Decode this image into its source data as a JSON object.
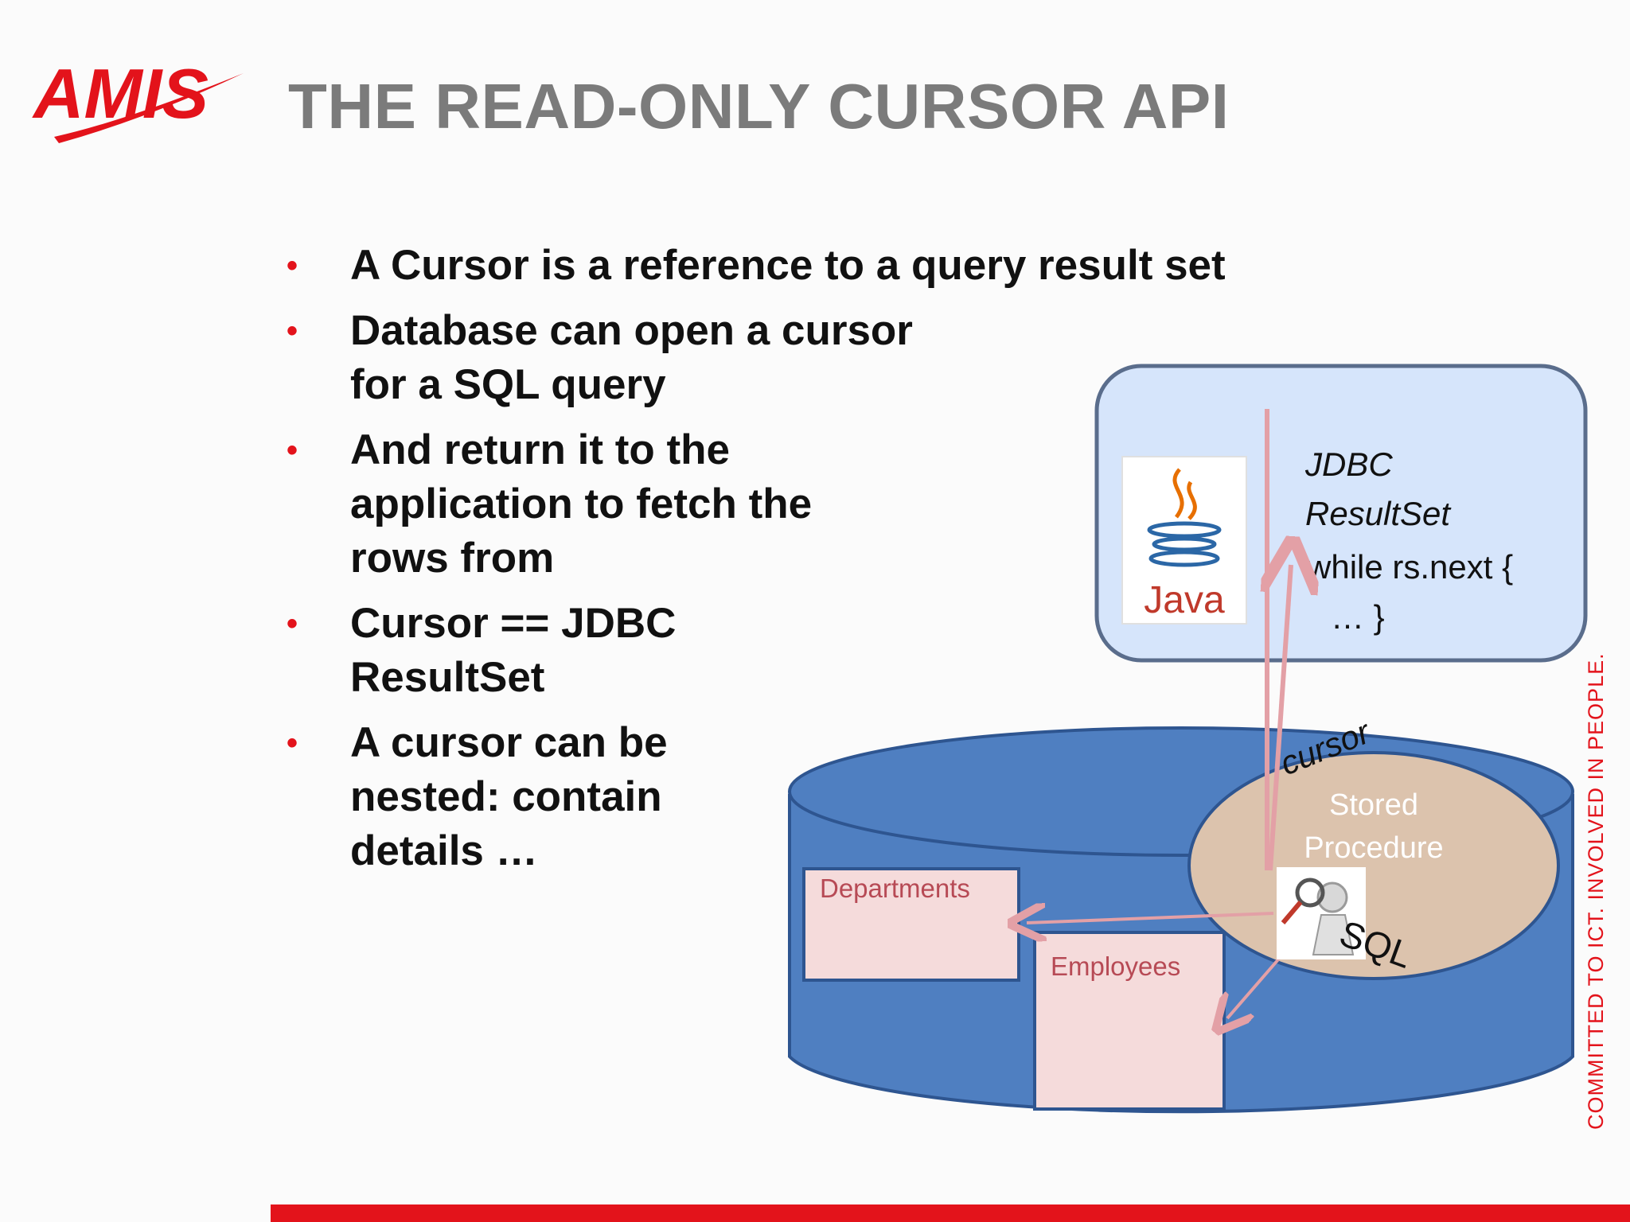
{
  "header": {
    "logo_text": "AMIS",
    "title": "THE READ-ONLY CURSOR API"
  },
  "bullets": [
    {
      "lines": [
        "A Cursor is a  reference to a query result set"
      ]
    },
    {
      "lines": [
        "Database can open a cursor",
        "for a SQL query"
      ]
    },
    {
      "lines": [
        "And return it to the",
        "application to fetch the",
        "rows from"
      ]
    },
    {
      "lines": [
        "Cursor == JDBC",
        "ResultSet"
      ]
    },
    {
      "lines": [
        "A cursor can be",
        "nested: contain",
        "details …"
      ]
    }
  ],
  "diagram": {
    "java_logo_text": "Java",
    "jdbc_line1": "JDBC",
    "jdbc_line2": "ResultSet",
    "code_line1": "while rs.next {",
    "code_line2": "… }",
    "cursor_label": "cursor",
    "stored_line1": "Stored",
    "stored_line2": "Procedure",
    "sql_label": "SQL",
    "departments_label": "Departments",
    "employees_label": "Employees"
  },
  "side_text": "COMMITTED TO ICT.  INVOLVED IN PEOPLE.",
  "colors": {
    "brand_red": "#e3131b",
    "title_gray": "#7b7b7b",
    "db_blue": "#4f7fc1",
    "app_box_fill": "#d6e5fb",
    "oval_fill": "#dcc3ad",
    "table_fill": "#f5dbdb",
    "arrow_pink": "#e3a0a6"
  }
}
